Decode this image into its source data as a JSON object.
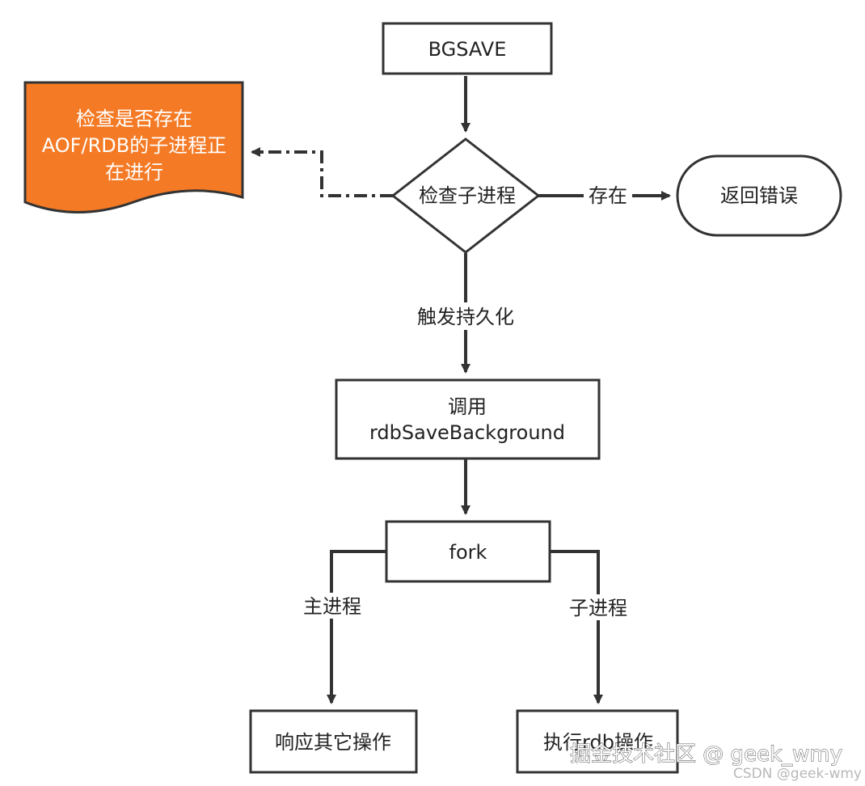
{
  "nodes": {
    "bgsave": "BGSAVE",
    "check_child": "检查子进程",
    "note_lines": [
      "检查是否存在",
      "AOF/RDB的子进程正",
      "在进行"
    ],
    "return_error": "返回错误",
    "call_lines": [
      "调用",
      "rdbSaveBackground"
    ],
    "fork": "fork",
    "respond_other": "响应其它操作",
    "exec_rdb": "执行rdb操作"
  },
  "edges": {
    "exists": "存在",
    "trigger_persist": "触发持久化",
    "main_process": "主进程",
    "child_process": "子进程"
  },
  "watermark": {
    "main": "掘金技术社区 @ geek_wmy",
    "sub": "CSDN @geek-wmy"
  },
  "colors": {
    "note_fill": "#f47a25",
    "stroke": "#333333"
  }
}
